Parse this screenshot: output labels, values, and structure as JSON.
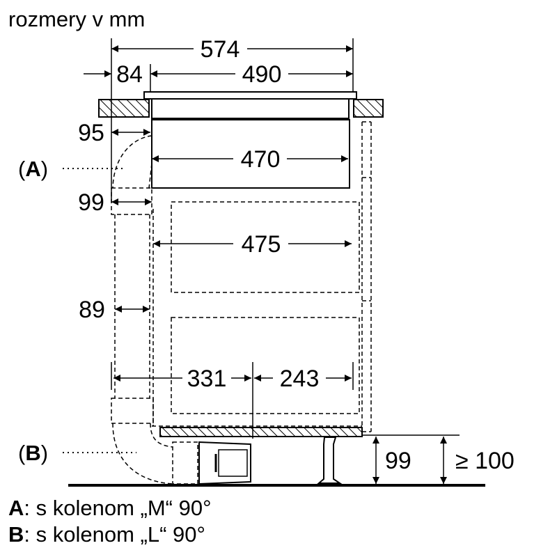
{
  "diagram": {
    "units_label": "rozmery v mm",
    "dimensions": {
      "total_width": "574",
      "offset": "84",
      "hob_width": "490",
      "duct_gap": "95",
      "unit_width": "470",
      "elbow_depth": "99",
      "cabinet_width": "475",
      "duct_depth": "89",
      "left_span": "331",
      "right_span": "243",
      "plinth_height": "99",
      "min_clearance": "≥ 100"
    },
    "callouts": {
      "a": {
        "letter": "A",
        "open": "(",
        "close": ")"
      },
      "b": {
        "letter": "B",
        "open": "(",
        "close": ")"
      }
    },
    "legend": [
      {
        "key": "A",
        "text": ": s kolenom „M“ 90°"
      },
      {
        "key": "B",
        "text": ": s kolenom „L“ 90°"
      }
    ]
  }
}
